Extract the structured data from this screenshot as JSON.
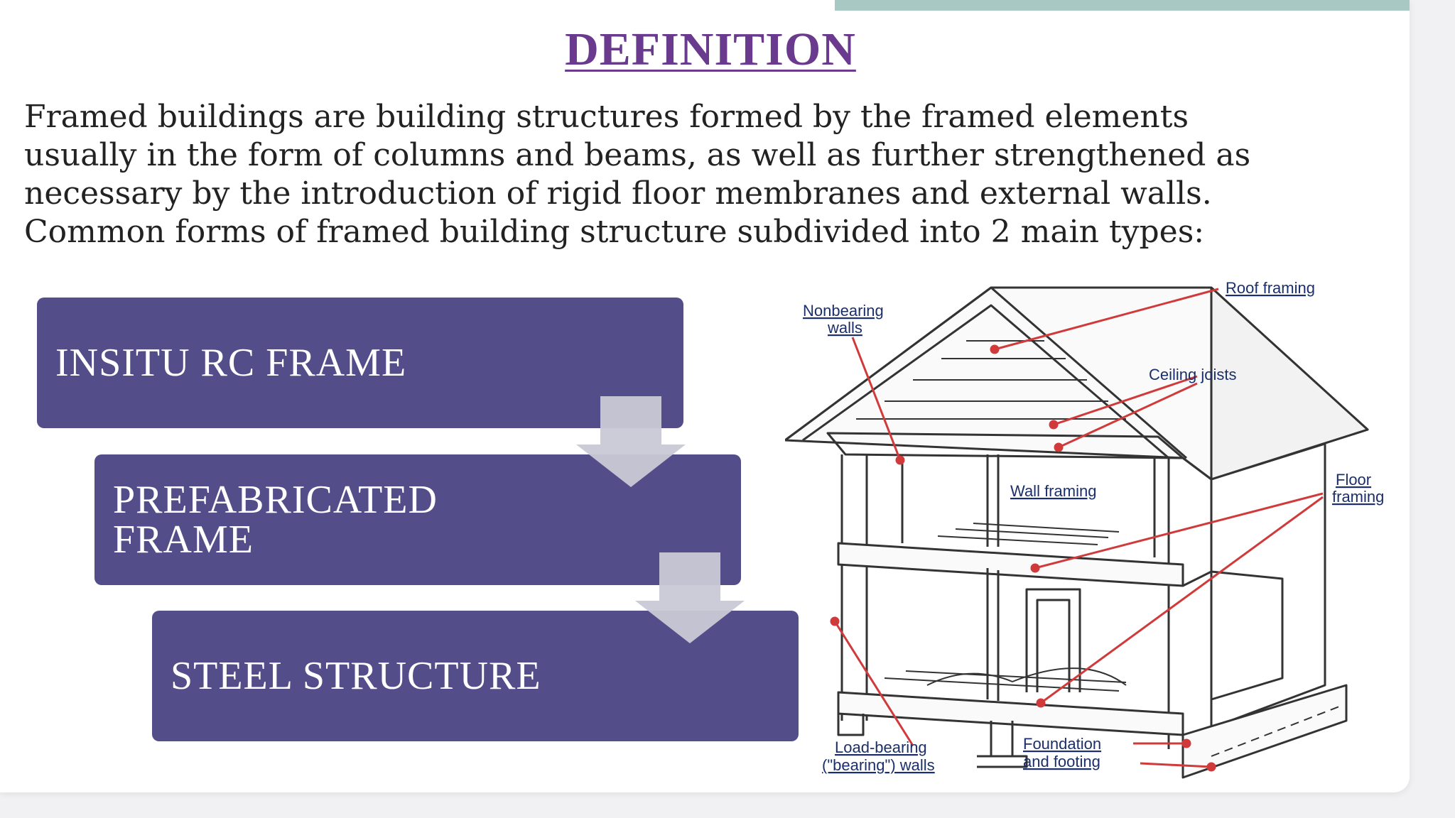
{
  "slide": {
    "title": "DEFINITION",
    "definition_lines": [
      "Framed buildings are building structures formed by the framed elements",
      "usually in the form of columns and beams, as well as further strengthened as",
      "necessary by the introduction of rigid floor membranes and external walls.",
      "Common forms of framed building structure subdivided into 2 main types:"
    ],
    "frame_types": [
      "INSITU RC  FRAME",
      "PREFABRICATED\nFRAME",
      "STEEL STRUCTURE"
    ]
  },
  "diagram": {
    "labels": {
      "nonbearing_walls": [
        "Nonbearing",
        "walls"
      ],
      "roof_framing": "Roof framing",
      "ceiling_joists": "Ceiling joists",
      "wall_framing": "Wall framing",
      "floor_framing": [
        "Floor",
        "framing"
      ],
      "load_bearing_walls": [
        "Load-bearing",
        "(\"bearing\") walls"
      ],
      "foundation": [
        "Foundation",
        "and footing"
      ]
    }
  },
  "colors": {
    "title": "#6a3a8e",
    "box_fill": "#534d8a",
    "arrow_fill": "#c9c9d6",
    "callout_line": "#d03a3a",
    "top_accent": "#a8c8c4"
  }
}
